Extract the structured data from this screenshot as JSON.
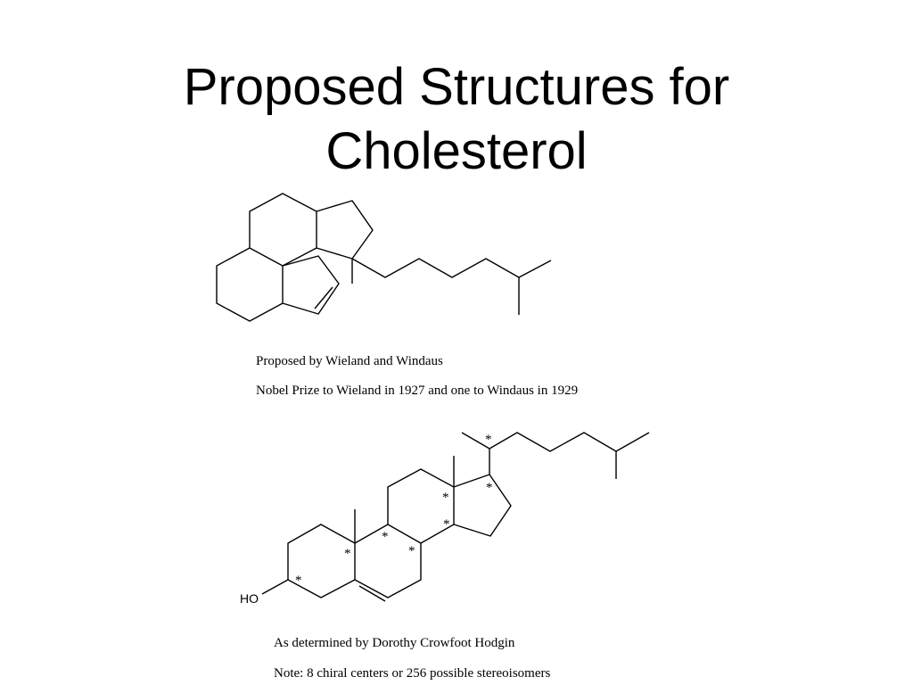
{
  "slide": {
    "title_line1": "Proposed Structures for",
    "title_line2": "Cholesterol",
    "captions": {
      "wieland_1": "Proposed by Wieland and Windaus",
      "wieland_2": "Nobel Prize to Wieland in 1927 and one to Windaus in 1929",
      "hodgkin_1": "As determined by Dorothy Crowfoot Hodgin",
      "hodgkin_2": "Note: 8 chiral centers or 256 possible stereoisomers"
    },
    "structure2": {
      "hydroxyl_label": "HO",
      "chiral_marker": "*"
    }
  }
}
